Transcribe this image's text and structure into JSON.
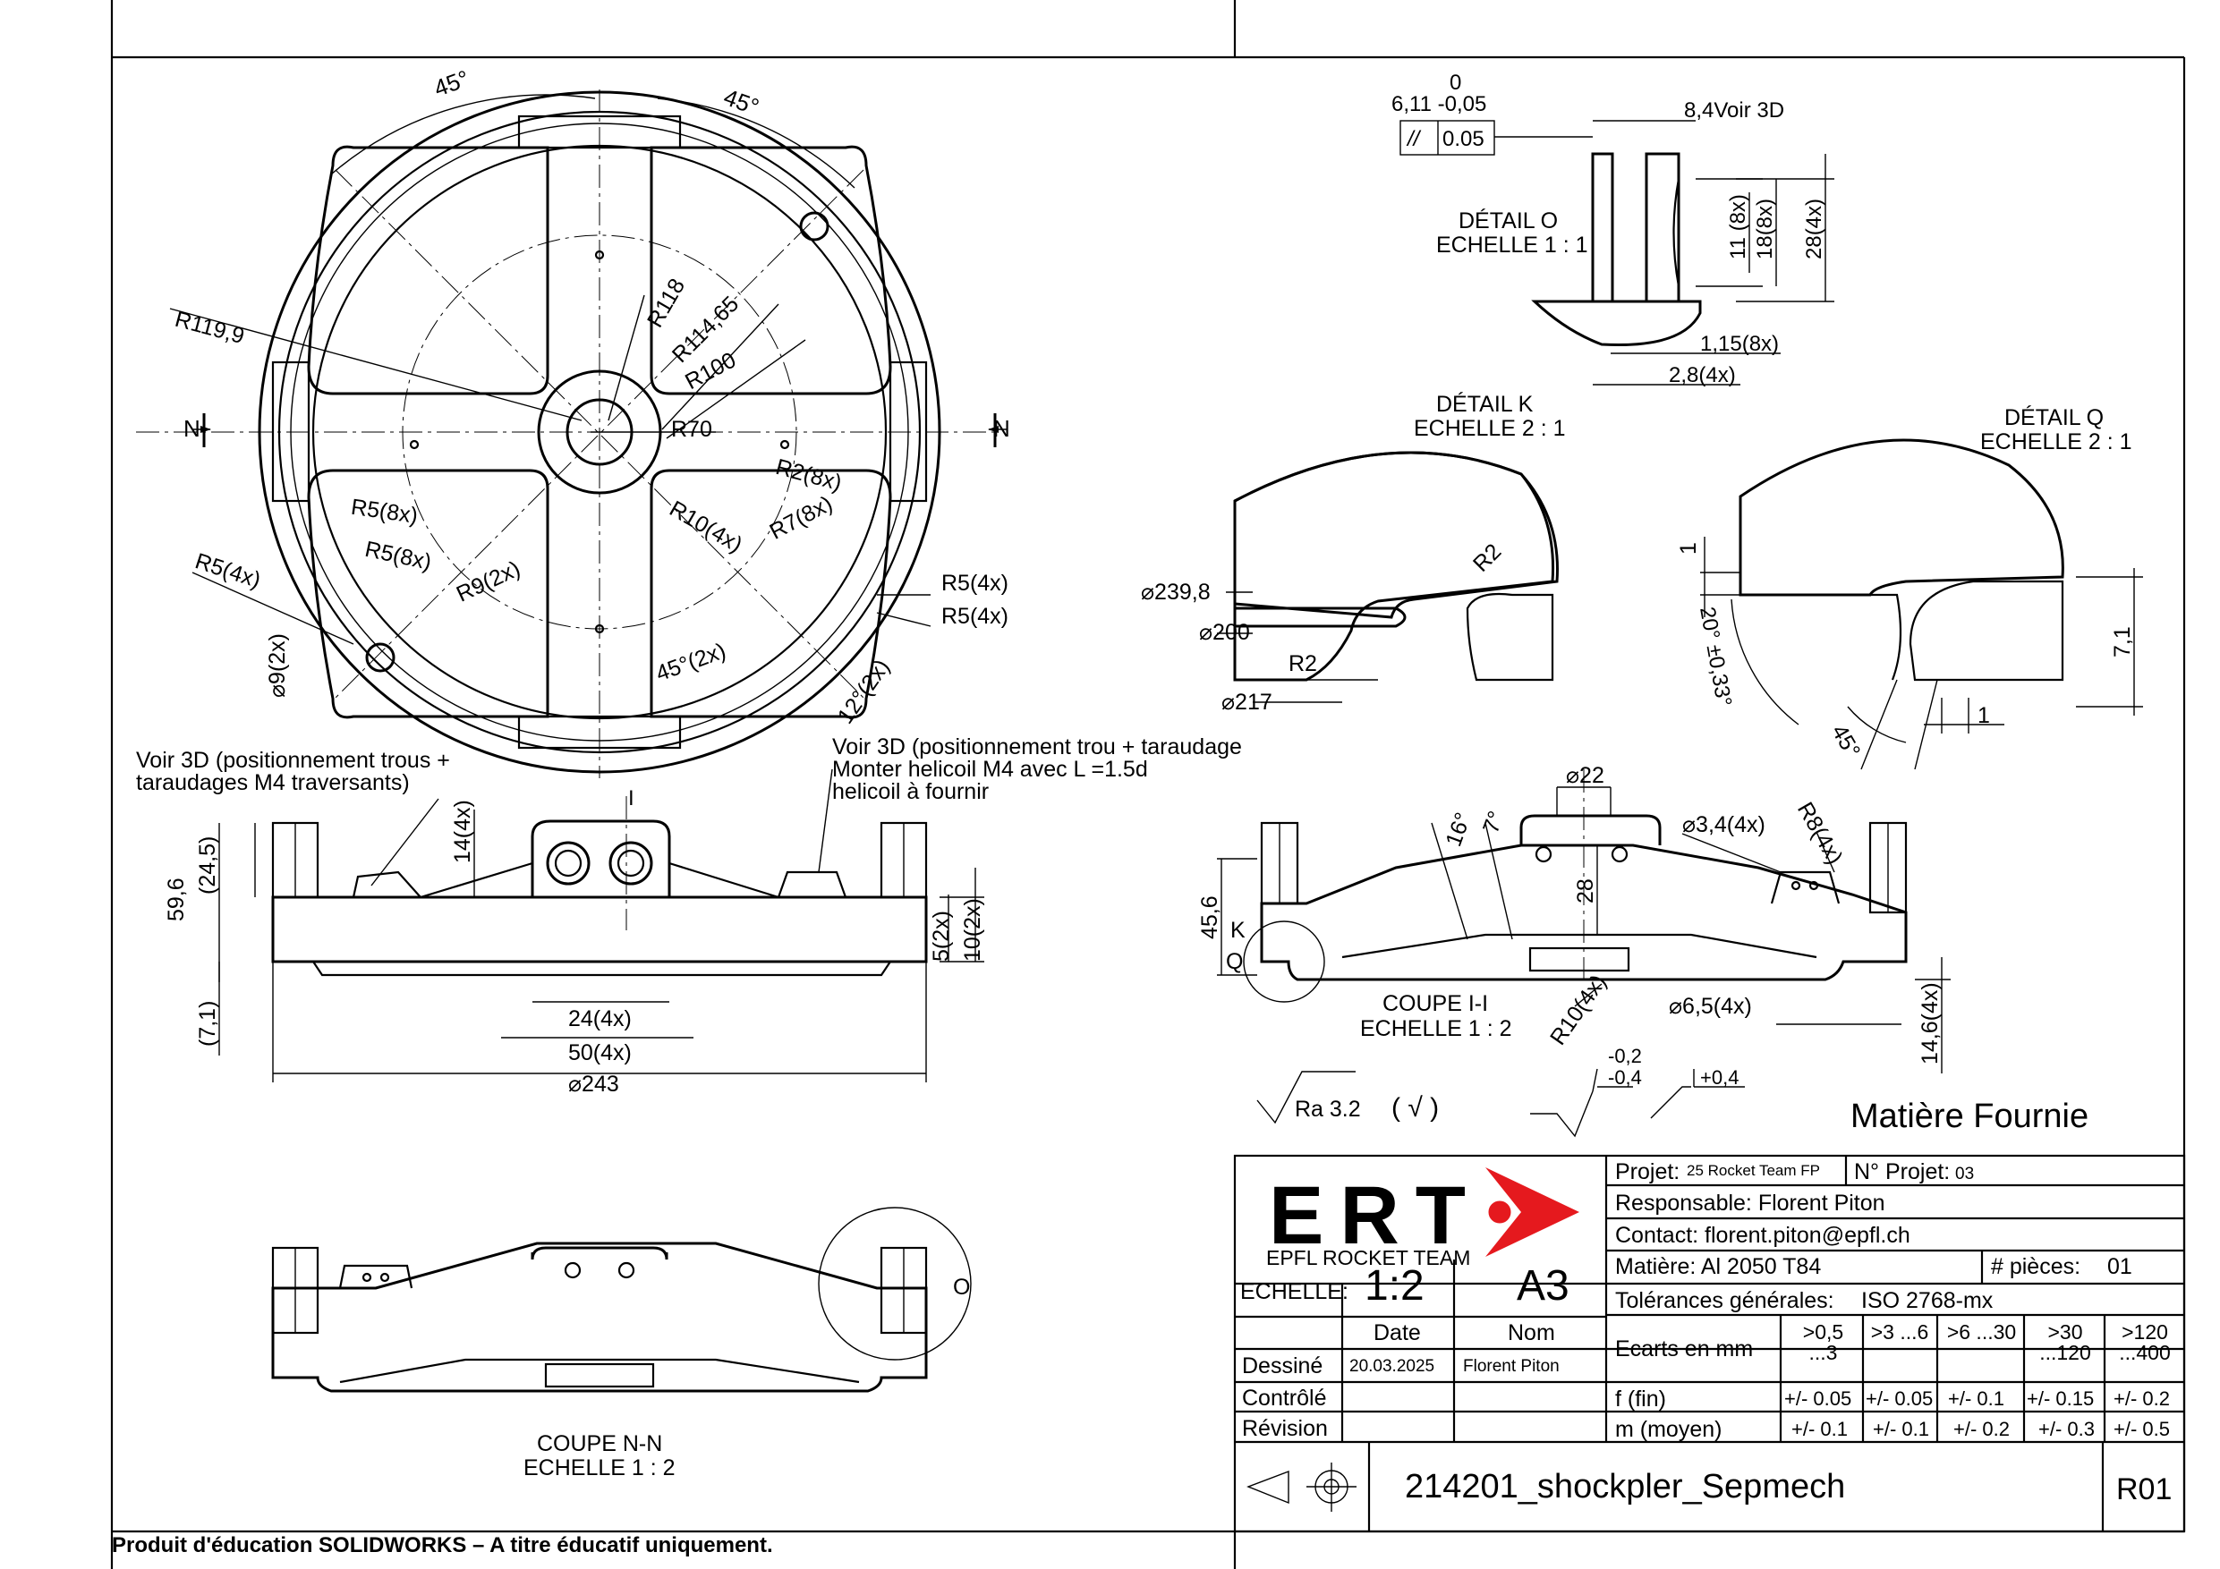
{
  "plan_view": {
    "angle_1": "45°",
    "angle_2": "45°",
    "r_outer": "R119,9",
    "r_118": "R118",
    "r_114": "R114,65",
    "r_100": "R100",
    "r_70": "R70",
    "section_mark": "N",
    "r2": "R2(8x)",
    "r7": "R7(8x)",
    "r10": "R10(4x)",
    "r9": "R9(2x)",
    "r5a": "R5(8x)",
    "r5b": "R5(8x)",
    "r5c": "R5(4x)",
    "r5d": "R5(4x)",
    "r5e": "R5(4x)",
    "d9": "⌀9(2x)",
    "a45": "45°(2x)",
    "a12": "12°(2x)"
  },
  "notes": {
    "left_1": "Voir 3D (positionnement trous +",
    "left_2": "taraudages M4 traversants)",
    "right_1": "Voir 3D (positionnement trou + taraudage",
    "right_2": "Monter helicoil M4 avec L =1.5d",
    "right_3": "helicoil à fournir"
  },
  "side_view": {
    "section_mark": "I",
    "h59": "59,6",
    "h24": "(24,5)",
    "h14": "14(4x)",
    "h5": "5(2x)",
    "h10": "10(2x)",
    "h7": "(7,1)",
    "w24": "24(4x)",
    "w50": "50(4x)",
    "d243": "⌀243"
  },
  "detail_o": {
    "tol_top": "0",
    "tol_val": "6,11 -0,05",
    "par_sym": "//",
    "par_val": "0.05",
    "ref": "8,4Voir 3D",
    "title": "DÉTAIL O",
    "scale": "ECHELLE 1 : 1",
    "d11": "11 (8x)",
    "d18": "18(8x)",
    "d28": "28(4x)",
    "d115": "1,15(8x)",
    "d28b": "2,8(4x)"
  },
  "detail_k": {
    "title": "DÉTAIL K",
    "scale": "ECHELLE 2 : 1",
    "d239": "⌀239,8",
    "d200": "⌀200",
    "r2a": "R2",
    "r2b": "R2",
    "d217": "⌀217"
  },
  "detail_q": {
    "title": "DÉTAIL Q",
    "scale": "ECHELLE 2 : 1",
    "v1": "1",
    "ang": "20° ±0,33°",
    "a45": "45°",
    "v71": "7,1",
    "v1b": "1"
  },
  "section_ii": {
    "d22": "⌀22",
    "a16": "16°",
    "a7": "7°",
    "d34": "⌀3,4(4x)",
    "r8": "R8(4x)",
    "h456": "45,6",
    "h28": "28",
    "k": "K",
    "q": "Q",
    "title": "COUPE I-I",
    "scale": "ECHELLE 1 : 2",
    "r10": "R10(4x)",
    "d65": "⌀6,5(4x)",
    "h146": "14,6(4x)"
  },
  "surface": {
    "ra": "Ra 3.2",
    "paren": "( √ )",
    "tol_a_top": "-0,2",
    "tol_a_bot": "-0,4",
    "tol_b": "+0,4"
  },
  "section_nn": {
    "o": "O",
    "title": "COUPE N-N",
    "scale": "ECHELLE 1 : 2"
  },
  "material_note": "Matière Fournie",
  "title_block": {
    "logo_text": "ERT",
    "logo_sub": "EPFL ROCKET TEAM",
    "projet_label": "Projet:",
    "projet_value": "25 Rocket Team FP",
    "no_projet_label": "N° Projet:",
    "no_projet_value": "03",
    "responsable": "Responsable: Florent Piton",
    "contact": "Contact: florent.piton@epfl.ch",
    "matiere": "Matière: Al 2050 T84",
    "pieces_label": "# pièces:",
    "pieces_value": "01",
    "echelle_label": "ECHELLE:",
    "echelle_value": "1:2",
    "format": "A3",
    "tolerances_label": "Tolérances générales:",
    "tolerances_value": "ISO 2768-mx",
    "date_header": "Date",
    "nom_header": "Nom",
    "row_dessine": "Dessiné",
    "row_controle": "Contrôlé",
    "row_revision": "Révision",
    "date_value": "20.03.2025",
    "nom_value": "Florent Piton",
    "ecarts_label": "Ecarts en mm",
    "ranges": [
      ">0,5 ...3",
      ">3 ...6",
      ">6 ...30",
      ">30 ...120",
      ">120 ...400"
    ],
    "fin_label": "f (fin)",
    "fin_values": [
      "+/- 0.05",
      "+/- 0.05",
      "+/- 0.1",
      "+/- 0.15",
      "+/- 0.2"
    ],
    "moyen_label": "m (moyen)",
    "moyen_values": [
      "+/- 0.1",
      "+/- 0.1",
      "+/- 0.2",
      "+/- 0.3",
      "+/- 0.5"
    ],
    "drawing_name": "214201_shockpler_Sepmech",
    "revision": "R01"
  },
  "footer": "Produit d'éducation SOLIDWORKS – A titre éducatif uniquement."
}
